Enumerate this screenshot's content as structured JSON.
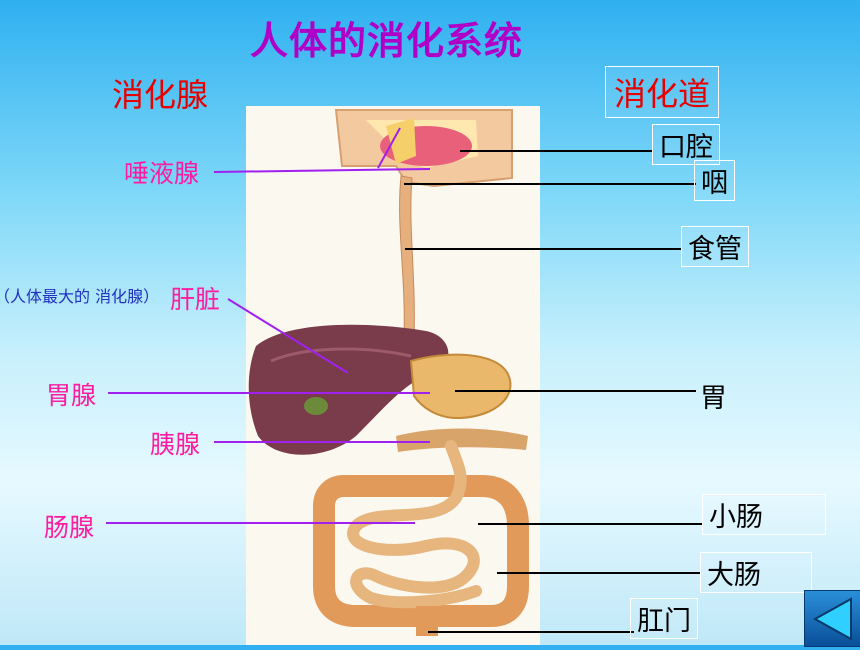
{
  "title": "人体的消化系统",
  "headers": {
    "glands": "消化腺",
    "tract": "消化道"
  },
  "tract": {
    "mouth": "口腔",
    "pharynx": "咽",
    "esophagus": "食管",
    "stomach": "胃",
    "small_intestine": "小肠",
    "large_intestine": "大肠",
    "anus": "肛门"
  },
  "glands": {
    "salivary": "唾液腺",
    "liver": "肝脏",
    "liver_note": "（人体最大的 消化腺）",
    "gastric": "胃腺",
    "pancreas": "胰腺",
    "intestinal": "肠腺"
  },
  "colors": {
    "title": "#b000c8",
    "header": "#e60000",
    "gland": "#ff1ba0",
    "pointer": "#a020f0",
    "line": "#000000"
  },
  "icons": {
    "nav": "back-arrow-icon"
  }
}
